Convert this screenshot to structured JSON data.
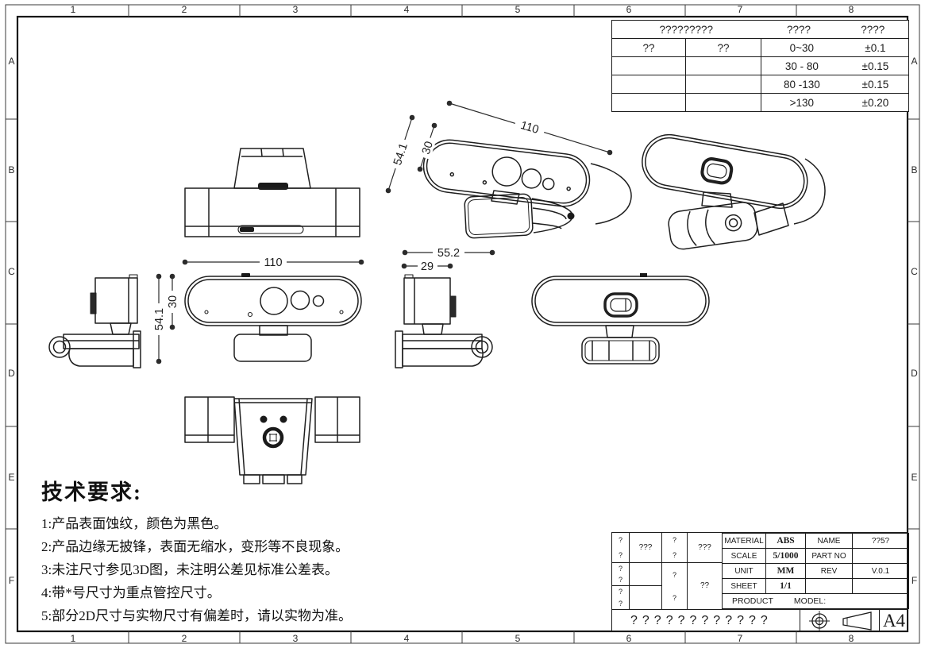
{
  "sheet": {
    "ruler_columns": [
      "1",
      "2",
      "3",
      "4",
      "5",
      "6",
      "7",
      "8"
    ],
    "ruler_rows": [
      "A",
      "B",
      "C",
      "D",
      "E",
      "F"
    ]
  },
  "tolerance_table": {
    "header_left": "?????????",
    "header_mid": "????",
    "header_right": "????",
    "rows": [
      {
        "c1": "??",
        "c2": "??",
        "range": "0~30",
        "tol": "±0.1"
      },
      {
        "c1": "",
        "c2": "",
        "range": "30 - 80",
        "tol": "±0.15"
      },
      {
        "c1": "",
        "c2": "",
        "range": "80 -130",
        "tol": "±0.15"
      },
      {
        "c1": "",
        "c2": "",
        "range": ">130",
        "tol": "±0.20"
      }
    ]
  },
  "dimensions": {
    "iso_width": "110",
    "iso_height": "54.1",
    "iso_depth": "30",
    "front_width": "110",
    "front_height": "54.1",
    "front_face_height": "30",
    "side_depth": "55.2",
    "side_body_depth": "29"
  },
  "tech_requirements": {
    "title": "技术要求:",
    "lines": [
      "1:产品表面蚀纹，颜色为黑色。",
      "2:产品边缘无披锋，表面无缩水，变形等不良现象。",
      "3:未注尺寸参见3D图，未注明公差见标准公差表。",
      "4:带*号尺寸为重点管控尺寸。",
      "5:部分2D尺寸与实物尺寸有偏差时，请以实物为准。"
    ]
  },
  "title_block": {
    "signatures": {
      "col1": [
        "?",
        "?",
        "?",
        "?",
        "?",
        "?"
      ],
      "col2_row1": "???",
      "col3": [
        "?",
        "?",
        "?",
        "?"
      ],
      "col4_row1": "???",
      "col4_row2": "??"
    },
    "material_label": "MATERIAL",
    "material_value": "ABS",
    "scale_label": "SCALE",
    "scale_value": "5/1000",
    "unit_label": "UNIT",
    "unit_value": "MM",
    "sheet_label": "SHEET",
    "sheet_value": "1/1",
    "name_label": "NAME",
    "name_value": "??5?",
    "part_no_label": "PART NO",
    "part_no_value": "",
    "rev_label": "REV",
    "rev_value": "V.0.1",
    "product_label": "PRODUCT",
    "model_label": "MODEL:",
    "drawing_title": "????????????",
    "paper_size": "A4"
  }
}
